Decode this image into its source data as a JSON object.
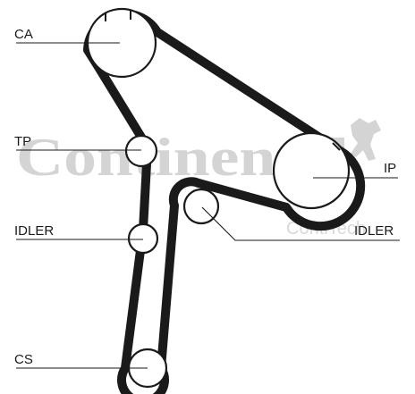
{
  "labels": {
    "ca": "CA",
    "tp": "TP",
    "idler_left": "IDLER",
    "ip": "IP",
    "idler_right": "IDLER",
    "cs": "CS"
  },
  "watermark": {
    "brand": "Continental",
    "product": "ContiTech"
  },
  "colors": {
    "belt": "#1a1a1a",
    "watermark": "#d4d4d4"
  },
  "icons": {
    "logo": "rearing-horse-icon"
  }
}
